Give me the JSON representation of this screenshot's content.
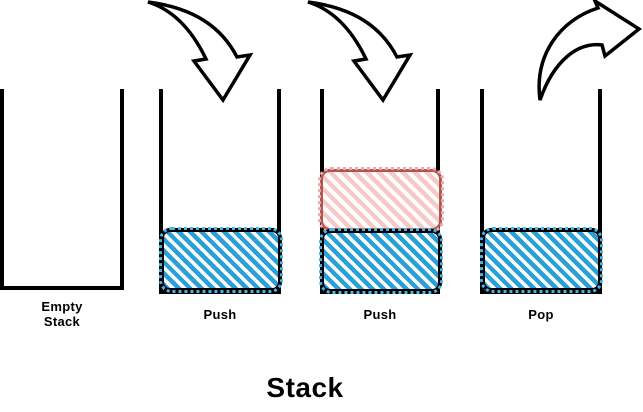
{
  "diagram": {
    "title": "Stack",
    "stages": [
      {
        "id": "empty-stack",
        "label": "Empty\nStack",
        "blocks": []
      },
      {
        "id": "push-first",
        "label": "Push",
        "blocks": [
          "blue"
        ]
      },
      {
        "id": "push-second",
        "label": "Push",
        "blocks": [
          "blue",
          "red"
        ]
      },
      {
        "id": "pop",
        "label": "Pop",
        "blocks": [
          "blue"
        ]
      }
    ],
    "arrows": [
      {
        "name": "push-arrow-1",
        "shape": "curved-outline",
        "direction": "down-into-second-container"
      },
      {
        "name": "push-arrow-2",
        "shape": "curved-outline",
        "direction": "down-into-third-container"
      },
      {
        "name": "pop-arrow",
        "shape": "curved-outline",
        "direction": "up-right-out-of-fourth-container"
      }
    ],
    "colors": {
      "container_outline": "#000000",
      "blue_block_hatch": "#2aa0d8",
      "blue_block_border": "#000000",
      "blue_block_dots": "#45b7e8",
      "red_block_hatch": "#f6c9c7",
      "red_block_border": "#b05552",
      "red_block_dots": "#eda9a6",
      "text": "#000000",
      "background": "#ffffff"
    }
  }
}
